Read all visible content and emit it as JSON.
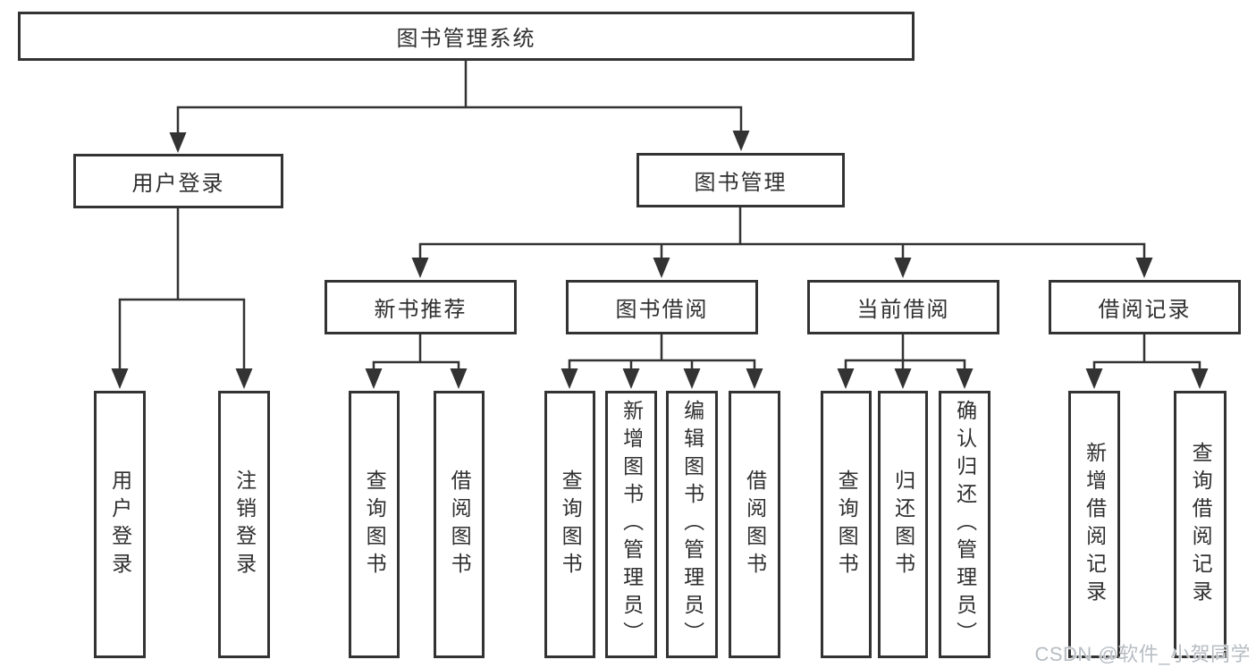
{
  "diagram": {
    "root": {
      "label": "图书管理系统"
    },
    "branches": [
      {
        "label": "用户登录",
        "children": [
          {
            "label": "用户登录"
          },
          {
            "label": "注销登录"
          }
        ]
      },
      {
        "label": "图书管理",
        "children": [
          {
            "label": "新书推荐",
            "children": [
              {
                "label": "查询图书"
              },
              {
                "label": "借阅图书"
              }
            ]
          },
          {
            "label": "图书借阅",
            "children": [
              {
                "label": "查询图书"
              },
              {
                "label": "新增图书（管理员）"
              },
              {
                "label": "编辑图书（管理员）"
              },
              {
                "label": "借阅图书"
              }
            ]
          },
          {
            "label": "当前借阅",
            "children": [
              {
                "label": "查询图书"
              },
              {
                "label": "归还图书"
              },
              {
                "label": "确认归还（管理员）"
              }
            ]
          },
          {
            "label": "借阅记录",
            "children": [
              {
                "label": "新增借阅记录"
              },
              {
                "label": "查询借阅记录"
              }
            ]
          }
        ]
      }
    ]
  },
  "watermark": {
    "text": "CSDN @软件_小贺同学"
  },
  "colors": {
    "line": "#333333",
    "box_border": "#333333",
    "text": "#2f2f2f",
    "watermark": "#b7bdc3",
    "background": "#ffffff"
  }
}
